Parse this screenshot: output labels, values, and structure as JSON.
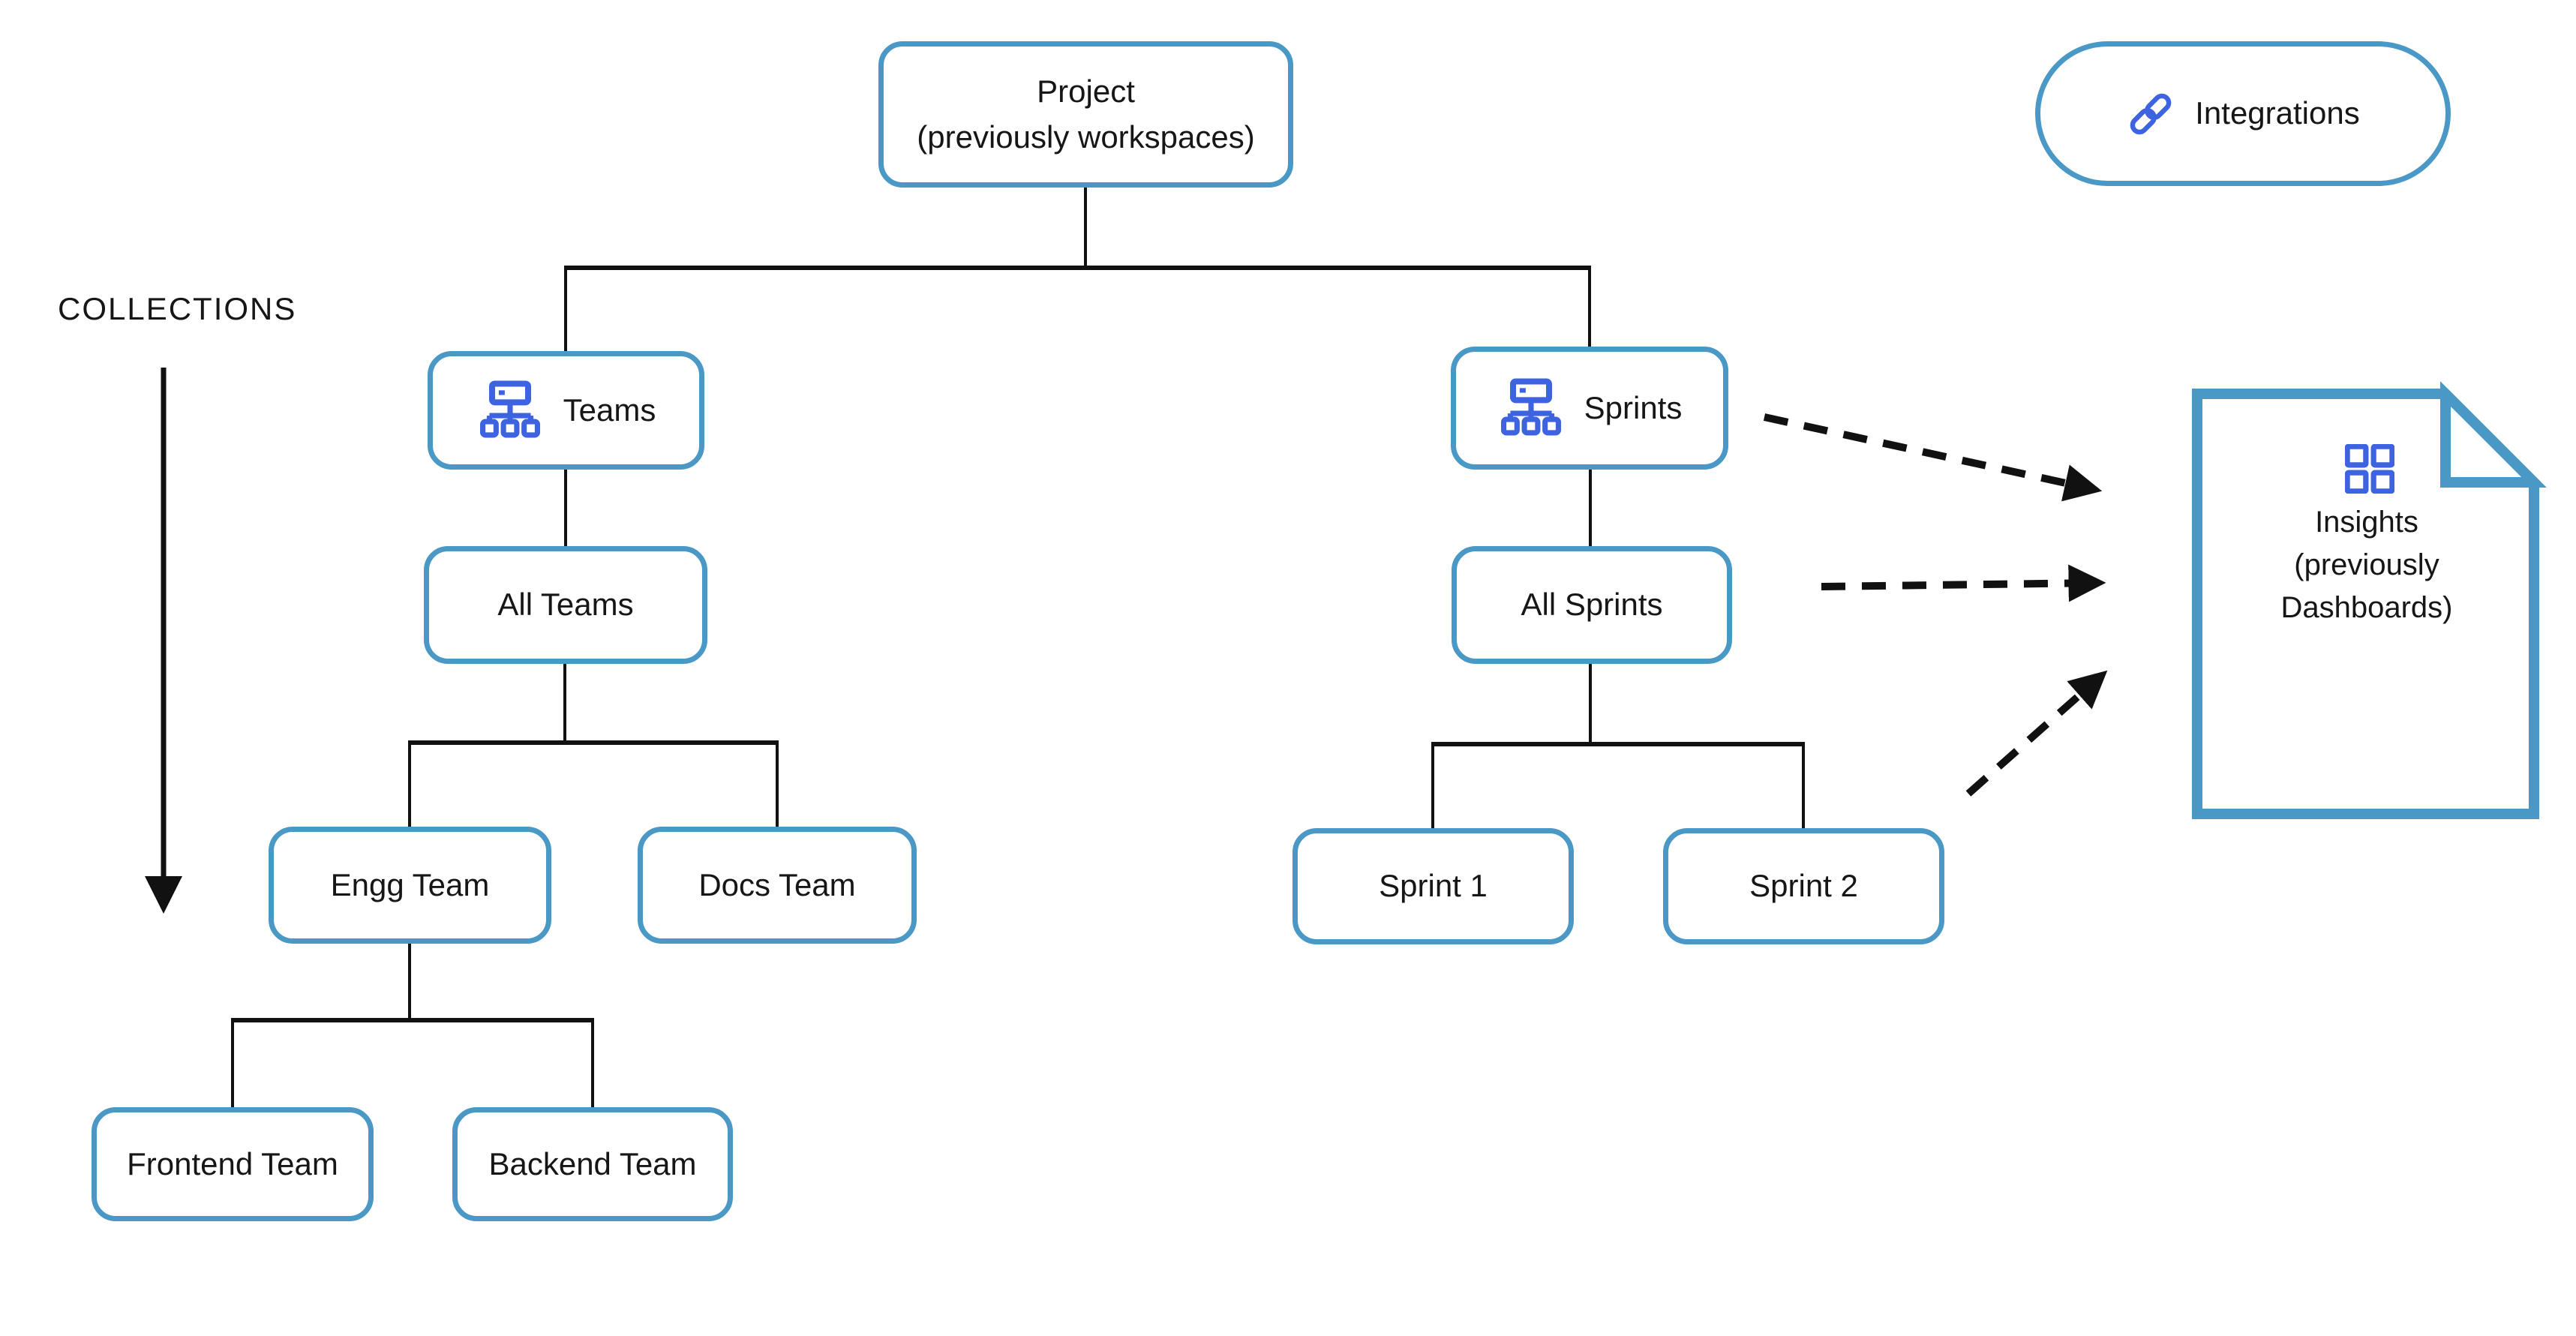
{
  "colors": {
    "accent": "#4a98c5",
    "icon_blue": "#3e63e0",
    "line": "#111111"
  },
  "collections": {
    "label": "COLLECTIONS"
  },
  "integrations": {
    "label": "Integrations",
    "icon": "link-icon"
  },
  "tree": {
    "project": {
      "line1": "Project",
      "line2": "(previously workspaces)"
    },
    "teams": {
      "label": "Teams",
      "icon": "org-chart-icon"
    },
    "sprints": {
      "label": "Sprints",
      "icon": "org-chart-icon"
    },
    "all_teams": {
      "label": "All Teams"
    },
    "all_sprints": {
      "label": "All Sprints"
    },
    "engg_team": {
      "label": "Engg Team"
    },
    "docs_team": {
      "label": "Docs Team"
    },
    "sprint_1": {
      "label": "Sprint 1"
    },
    "sprint_2": {
      "label": "Sprint 2"
    },
    "frontend_team": {
      "label": "Frontend Team"
    },
    "backend_team": {
      "label": "Backend Team"
    }
  },
  "insights": {
    "line1": "Insights",
    "line2": "(previously",
    "line3": "Dashboards)",
    "icon": "dashboard-grid-icon"
  }
}
